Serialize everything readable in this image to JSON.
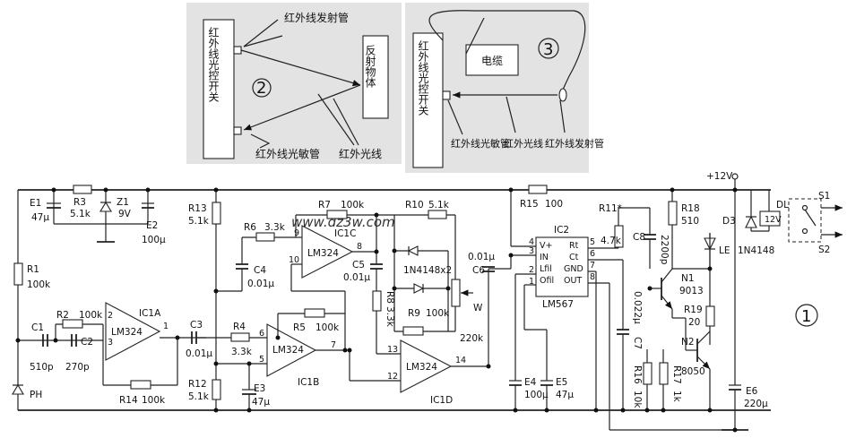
{
  "top_left_diagram": {
    "switch_label": "红外线光控开关",
    "emitter_label": "红外线发射管",
    "reflector_label": "反射物体",
    "receiver_label": "红外线光敏管",
    "ray_label": "红外光线",
    "number": "2"
  },
  "top_right_diagram": {
    "switch_label": "红外线光控开关",
    "cable_label": "电缆",
    "receiver_label": "红外线光敏管",
    "ray_label": "红外光线",
    "emitter_label": "红外线发射管",
    "number": "3"
  },
  "watermark": "www.dz3w.com",
  "circuit": {
    "number": "1",
    "supply": "+12V",
    "components": {
      "E1": "E1",
      "E1_val": "47μ",
      "R3": "R3",
      "R3_val": "5.1k",
      "Z1": "Z1",
      "Z1_val": "9V",
      "E2": "E2",
      "E2_val": "100μ",
      "R1": "R1",
      "R1_val": "100k",
      "C1": "C1",
      "C1_val": "510p",
      "C2": "C2",
      "C2_val": "270p",
      "R2": "R2",
      "R2_val": "100k",
      "PH": "PH",
      "IC1A": "IC1A",
      "IC1B": "IC1B",
      "IC1C": "IC1C",
      "IC1D": "IC1D",
      "LM324": "LM324",
      "R14": "R14",
      "R14_val": "100k",
      "R13": "R13",
      "R13_val": "5.1k",
      "R12": "R12",
      "R12_val": "5.1k",
      "C3": "C3",
      "C3_val": "0.01μ",
      "R4": "R4",
      "R4_val": "3.3k",
      "R5": "R5",
      "R5_val": "100k",
      "E3": "E3",
      "E3_val": "47μ",
      "R6": "R6",
      "R6_val": "3.3k",
      "C4": "C4",
      "C4_val": "0.01μ",
      "R7": "R7",
      "R7_val": "100k",
      "C5": "C5",
      "C5_val": "0.01μ",
      "R8": "R8",
      "R8_val": "3.3k",
      "R10": "R10",
      "R10_val": "5.1k",
      "diodes": "1N4148x2",
      "R9": "R9",
      "R9_val": "100k",
      "C6": "C6",
      "C6_val": "0.01μ",
      "W": "W",
      "W_val": "220k",
      "R15": "R15",
      "R15_val": "100",
      "IC2": "IC2",
      "LM567": "LM567",
      "pin_vplus": "V+",
      "pin_in": "IN",
      "pin_lfil": "Lfil",
      "pin_ofil": "Ofil",
      "pin_rt": "Rt",
      "pin_ct": "Ct",
      "pin_gnd": "GND",
      "pin_out": "OUT",
      "p4": "4",
      "p3": "3",
      "p2": "2",
      "p1": "1",
      "p5": "5",
      "p6": "6",
      "p7": "7",
      "p8": "8",
      "E4": "E4",
      "E4_val": "100μ",
      "E5": "E5",
      "E5_val": "47μ",
      "R11": "R11*",
      "R11_val": "4.7k",
      "C8": "C8",
      "C8_val": "2200p",
      "C7": "C7",
      "C7_val": "0.022μ",
      "R16": "R16",
      "R16_val": "10k",
      "R17": "R17",
      "R17_val": "1k",
      "R18": "R18",
      "R18_val": "510",
      "N1": "N1",
      "N1_val": "9013",
      "R19": "R19",
      "R19_val": "20",
      "N2": "N2",
      "N2_val": "8050",
      "LE": "LE",
      "D3": "D3",
      "D3_val": "1N4148",
      "DL": "DL",
      "DL_val": "12V",
      "E6": "E6",
      "E6_val": "220μ",
      "S1": "S1",
      "S2": "S2",
      "pin9": "9",
      "pin10": "10",
      "pin8o": "8",
      "pin2a": "2",
      "pin3a": "3",
      "pin1a": "1",
      "pin6b": "6",
      "pin5b": "5",
      "pin7b": "7",
      "pin13d": "13",
      "pin12d": "12",
      "pin14d": "14"
    }
  }
}
